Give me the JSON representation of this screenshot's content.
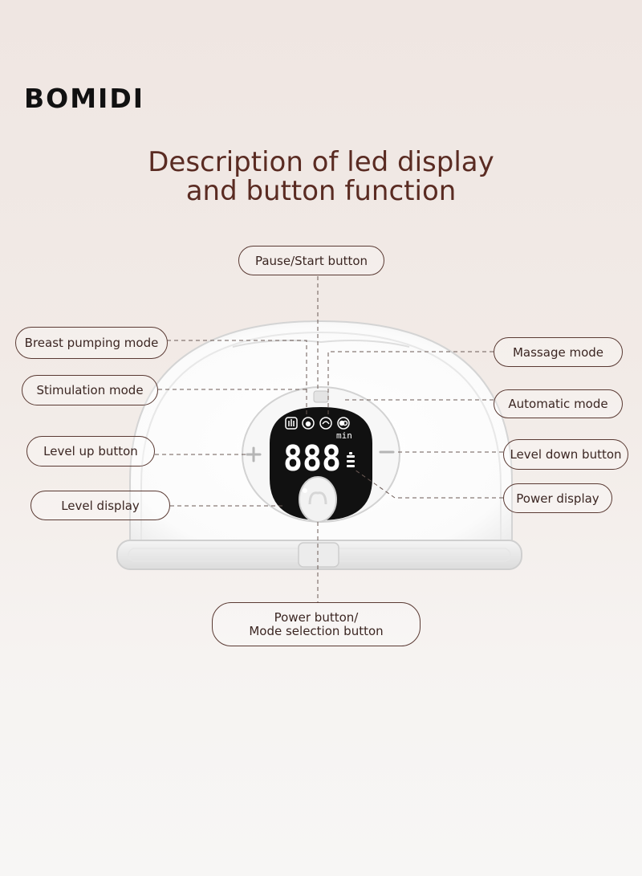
{
  "brand": "BOMIDI",
  "title": {
    "line1": "Description of led display",
    "line2": "and button function"
  },
  "labels": {
    "pause_start": "Pause/Start button",
    "breast_pumping": "Breast pumping  mode",
    "stimulation": "Stimulation mode",
    "level_up": "Level up button",
    "level_display": "Level display",
    "massage": "Massage mode",
    "automatic": "Automatic mode",
    "level_down": "Level down button",
    "power_display": "Power display",
    "power_mode_line1": "Power button/",
    "power_mode_line2": "Mode selection button"
  },
  "display": {
    "digits": "888",
    "unit": "min"
  },
  "colors": {
    "title": "#5a2b22",
    "pill_border": "#5a3a33",
    "leader_line": "#6b5a55",
    "lcd_background": "#111111"
  }
}
